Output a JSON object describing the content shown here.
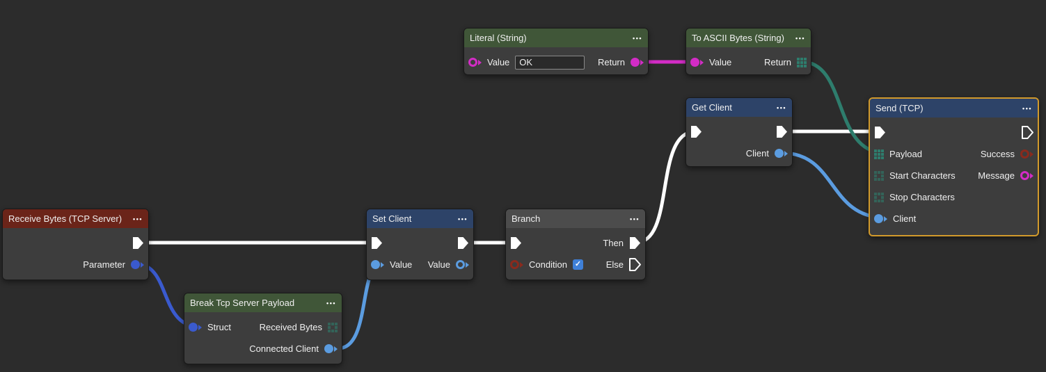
{
  "app": {
    "type": "node-graph-editor"
  },
  "icons": {
    "menu": "•••",
    "check": "✓"
  },
  "colors": {
    "background": "#2c2c2c",
    "node_body": "#3d3d3d",
    "header_green": "#405638",
    "header_blue": "#2d4368",
    "header_red": "#6b2419",
    "header_gray": "#4c4c4c",
    "selection_orange": "#d29a2b",
    "exec_white": "#ffffff",
    "string_magenta": "#d32cc6",
    "bytes_teal": "#2e7d6d",
    "struct_blue": "#3a5ace",
    "client_blue": "#5b9ce0",
    "bool_dark_red": "#8a2a1d",
    "checkbox_blue": "#3f80d8"
  },
  "nodes": {
    "literal": {
      "title": "Literal (String)",
      "value": "OK",
      "pins": {
        "value_label": "Value",
        "return_label": "Return"
      }
    },
    "to_ascii_bytes": {
      "title": "To ASCII Bytes (String)",
      "pins": {
        "value_label": "Value",
        "return_label": "Return"
      }
    },
    "get_client": {
      "title": "Get Client",
      "pins": {
        "client_label": "Client"
      }
    },
    "send_tcp": {
      "title": "Send (TCP)",
      "selected": true,
      "pins": {
        "payload_label": "Payload",
        "start_characters_label": "Start Characters",
        "stop_characters_label": "Stop Characters",
        "client_label": "Client",
        "success_label": "Success",
        "message_label": "Message"
      }
    },
    "receive_bytes": {
      "title": "Receive Bytes (TCP Server)",
      "pins": {
        "parameter_label": "Parameter"
      }
    },
    "set_client": {
      "title": "Set Client",
      "pins": {
        "value_in_label": "Value",
        "value_out_label": "Value"
      }
    },
    "branch": {
      "title": "Branch",
      "condition_checked": true,
      "pins": {
        "condition_label": "Condition",
        "then_label": "Then",
        "else_label": "Else"
      }
    },
    "break_tcp_server_payload": {
      "title": "Break Tcp Server Payload",
      "pins": {
        "struct_label": "Struct",
        "received_bytes_label": "Received Bytes",
        "connected_client_label": "Connected Client"
      }
    }
  },
  "wires": [
    {
      "from": "receive_bytes.exec_out",
      "to": "set_client.exec_in",
      "type": "exec"
    },
    {
      "from": "receive_bytes.parameter",
      "to": "break_tcp_server_payload.struct",
      "type": "struct"
    },
    {
      "from": "break_tcp_server_payload.connected_client",
      "to": "set_client.value",
      "type": "client"
    },
    {
      "from": "set_client.exec_out",
      "to": "branch.exec_in",
      "type": "exec"
    },
    {
      "from": "branch.then",
      "to": "get_client.exec_in",
      "type": "exec"
    },
    {
      "from": "get_client.exec_out",
      "to": "send_tcp.exec_in",
      "type": "exec"
    },
    {
      "from": "get_client.client",
      "to": "send_tcp.client",
      "type": "client"
    },
    {
      "from": "literal.return",
      "to": "to_ascii_bytes.value",
      "type": "string"
    },
    {
      "from": "to_ascii_bytes.return",
      "to": "send_tcp.payload",
      "type": "bytes"
    }
  ]
}
